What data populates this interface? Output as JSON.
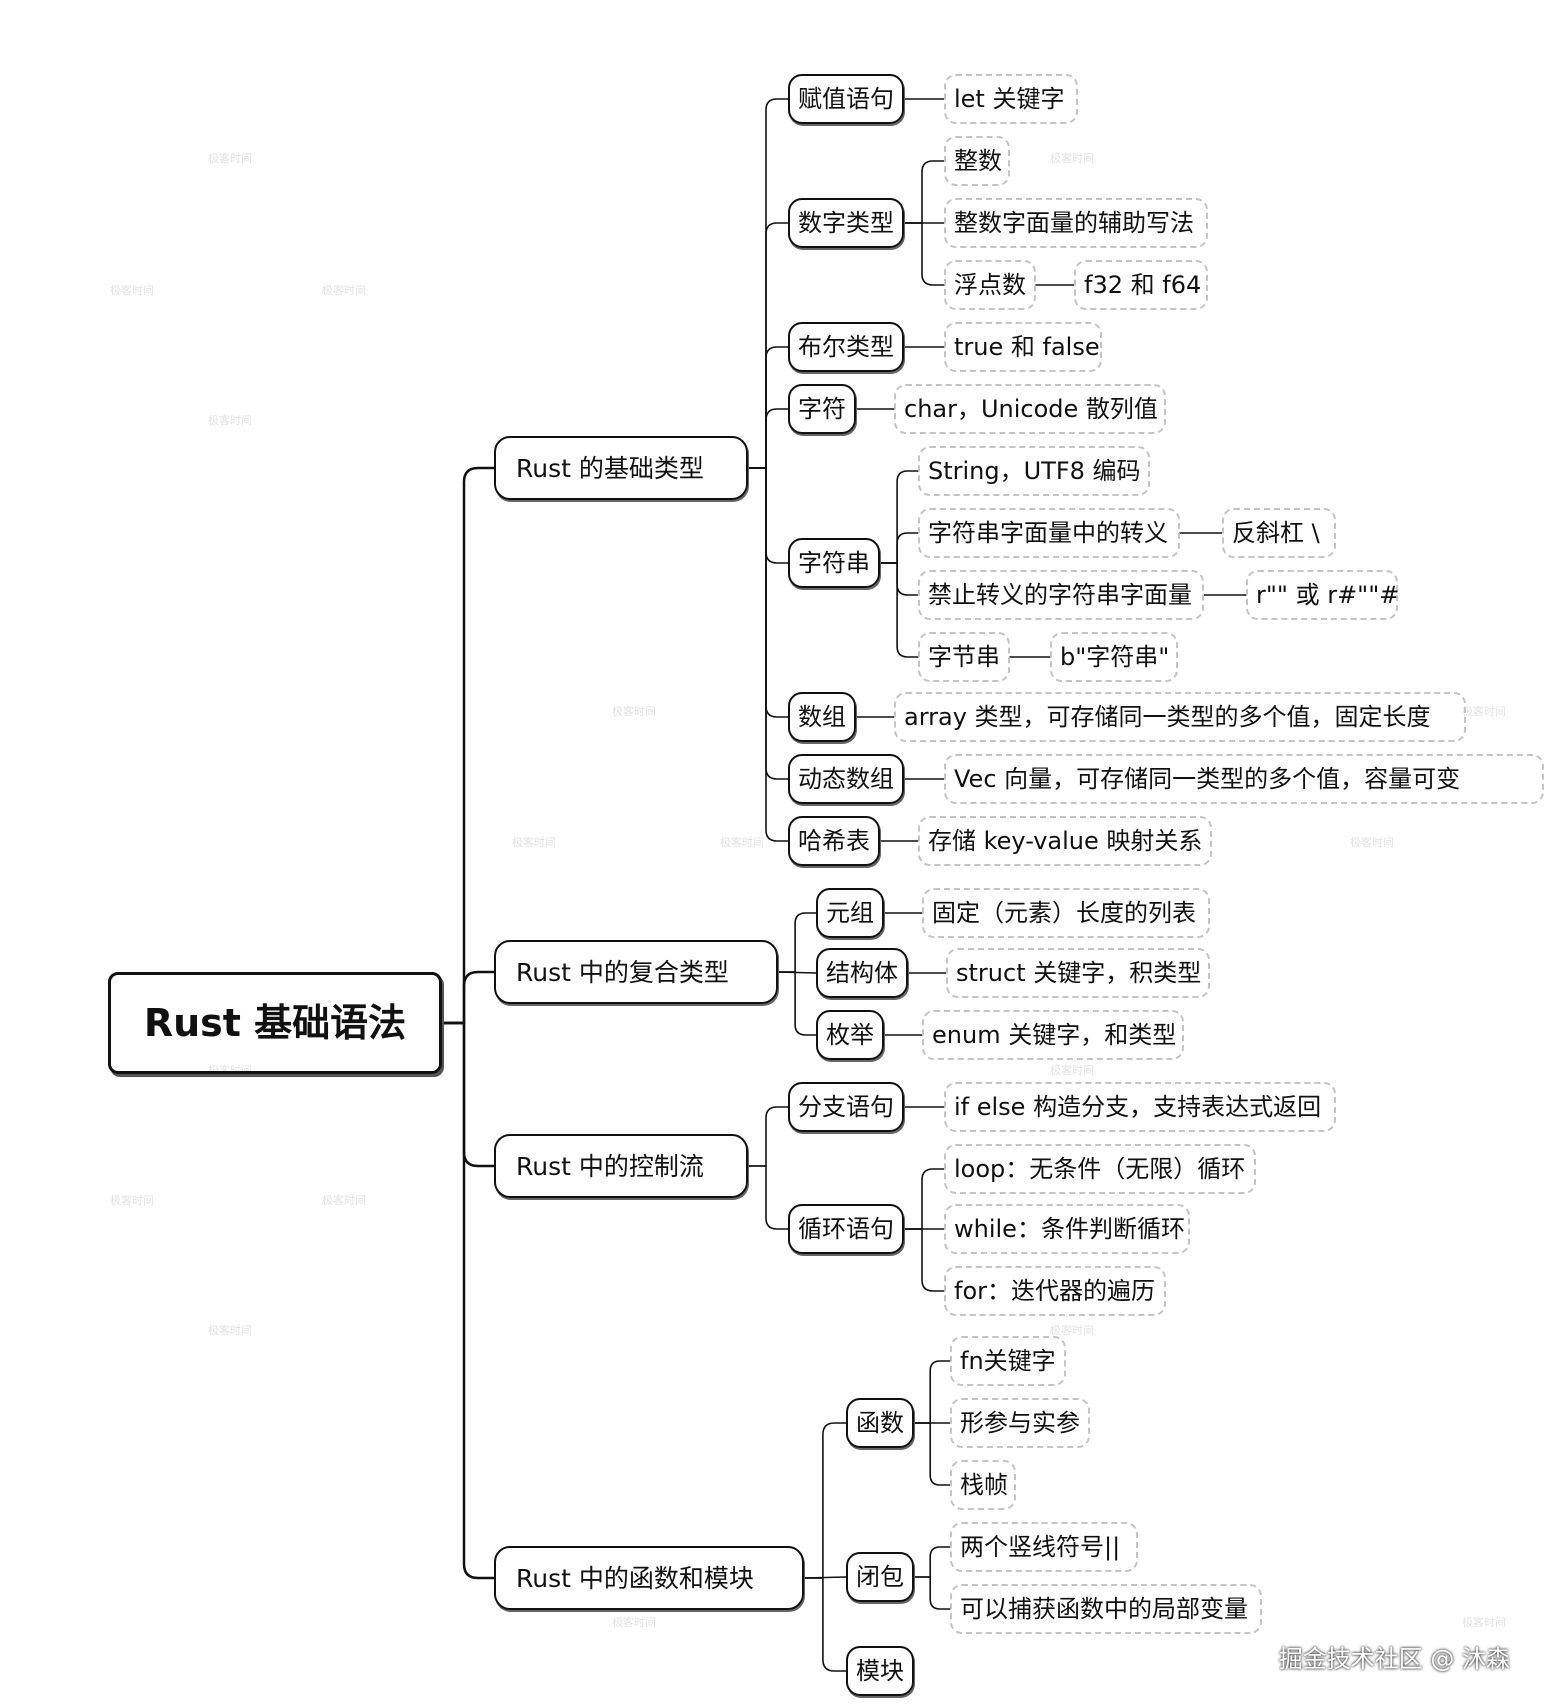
{
  "diagram": {
    "root": "Rust 基础语法",
    "branches": [
      {
        "label": "Rust 的基础类型",
        "children": [
          {
            "label": "赋值语句",
            "children": [
              {
                "label": "let 关键字"
              }
            ]
          },
          {
            "label": "数字类型",
            "children": [
              {
                "label": "整数"
              },
              {
                "label": "整数字面量的辅助写法"
              },
              {
                "label": "浮点数",
                "children": [
                  {
                    "label": "f32 和 f64"
                  }
                ]
              }
            ]
          },
          {
            "label": "布尔类型",
            "children": [
              {
                "label": "true 和 false"
              }
            ]
          },
          {
            "label": "字符",
            "children": [
              {
                "label": "char，Unicode 散列值"
              }
            ]
          },
          {
            "label": "字符串",
            "children": [
              {
                "label": "String，UTF8 编码"
              },
              {
                "label": "字符串字面量中的转义",
                "children": [
                  {
                    "label": "反斜杠 \\"
                  }
                ]
              },
              {
                "label": "禁止转义的字符串字面量",
                "children": [
                  {
                    "label": "r\"\" 或 r#\"\"#"
                  }
                ]
              },
              {
                "label": "字节串",
                "children": [
                  {
                    "label": "b\"字符串\""
                  }
                ]
              }
            ]
          },
          {
            "label": "数组",
            "children": [
              {
                "label": "array 类型，可存储同一类型的多个值，固定长度"
              }
            ]
          },
          {
            "label": "动态数组",
            "children": [
              {
                "label": "Vec 向量，可存储同一类型的多个值，容量可变"
              }
            ]
          },
          {
            "label": "哈希表",
            "children": [
              {
                "label": "存储 key-value 映射关系"
              }
            ]
          }
        ]
      },
      {
        "label": "Rust 中的复合类型",
        "children": [
          {
            "label": "元组",
            "children": [
              {
                "label": "固定（元素）长度的列表"
              }
            ]
          },
          {
            "label": "结构体",
            "children": [
              {
                "label": "struct 关键字，积类型"
              }
            ]
          },
          {
            "label": "枚举",
            "children": [
              {
                "label": "enum 关键字，和类型"
              }
            ]
          }
        ]
      },
      {
        "label": "Rust 中的控制流",
        "children": [
          {
            "label": "分支语句",
            "children": [
              {
                "label": "if else 构造分支，支持表达式返回"
              }
            ]
          },
          {
            "label": "循环语句",
            "children": [
              {
                "label": "loop：无条件（无限）循环"
              },
              {
                "label": "while：条件判断循环"
              },
              {
                "label": "for：迭代器的遍历"
              }
            ]
          }
        ]
      },
      {
        "label": "Rust 中的函数和模块",
        "children": [
          {
            "label": "函数",
            "children": [
              {
                "label": "fn关键字"
              },
              {
                "label": "形参与实参"
              },
              {
                "label": "栈帧"
              }
            ]
          },
          {
            "label": "闭包",
            "children": [
              {
                "label": "两个竖线符号||"
              },
              {
                "label": "可以捕获函数中的局部变量"
              }
            ]
          },
          {
            "label": "模块"
          }
        ]
      }
    ]
  },
  "watermark_text": "极客时间",
  "credit": "掘金技术社区 @ 沐森",
  "colors": {
    "line": "#111111",
    "leaf_border": "#c4c4c4",
    "background": "#ffffff"
  }
}
